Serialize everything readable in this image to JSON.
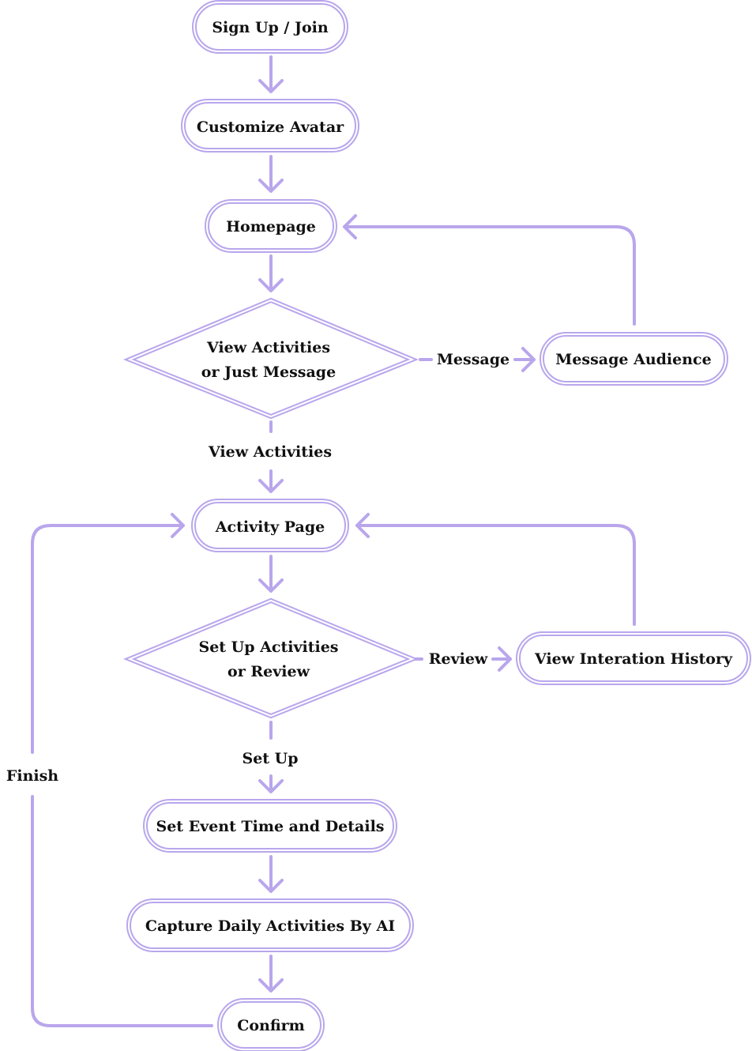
{
  "nodes": {
    "sign_up": "Sign Up / Join",
    "customize_avatar": "Customize Avatar",
    "homepage": "Homepage",
    "decision1": [
      "View Activities",
      "or Just Message"
    ],
    "message_audience": "Message Audience",
    "activity_page": "Activity Page",
    "decision2": [
      "Set Up Activities",
      "or Review"
    ],
    "view_history": "View Interation History",
    "set_event": "Set Event Time and Details",
    "capture": "Capture Daily Activities By AI",
    "confirm": "Confirm"
  },
  "edge_labels": {
    "message": "Message",
    "view_activities": "View Activities",
    "review": "Review",
    "set_up": "Set Up",
    "finish": "Finish"
  }
}
